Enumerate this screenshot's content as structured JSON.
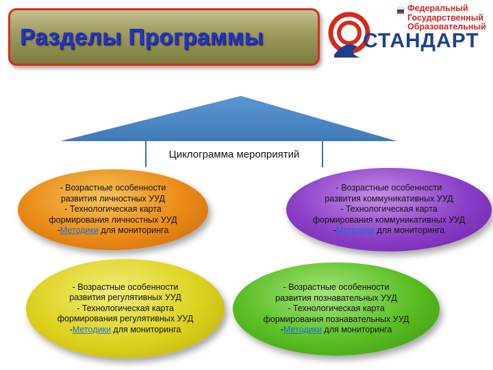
{
  "title": "Разделы Программы",
  "logo": {
    "org_lines": [
      "Федеральный",
      "Государственный",
      "Образовательный"
    ],
    "wordmark": "СТАНДАРТ",
    "flag_colors": [
      "#ffffff",
      "#1c3fa3",
      "#d52b1e"
    ]
  },
  "roof_label": "Циклограмма мероприятий",
  "blocks": [
    {
      "lines": [
        "- Возрастные особенности",
        "развития личностных УУД",
        "- Технологическая карта",
        "формирования личностных УУД"
      ],
      "dash": "-",
      "link": "Методики",
      "tail": " для мониторинга"
    },
    {
      "lines": [
        "- Возрастные особенности",
        "развития коммуникативных УУД",
        "- Технологическая карта",
        "формирования коммуникативных УУД"
      ],
      "dash": "-",
      "link": "Методики",
      "tail": " для мониторинга"
    },
    {
      "lines": [
        "- Возрастные особенности",
        "развития регулятивных УУД",
        "- Технологическая карта",
        "формирования регулятивных УУД"
      ],
      "dash": "-",
      "link": "Методики",
      "tail": " для мониторинга"
    },
    {
      "lines": [
        "- Возрастные особенности",
        "развития познавательных УУД",
        "- Технологическая карта",
        "формирования познавательных УУД"
      ],
      "dash": "-",
      "link": "Методики",
      "tail": " для мониторинга"
    }
  ],
  "colors": {
    "title_text": "#2233c8",
    "title_border": "#d62b1e",
    "roof": "#3f7fbf",
    "orange": "#ea8a16",
    "purple": "#8a3ec6",
    "yellow": "#dcd21e",
    "green": "#59bd22",
    "link": "#1a6fc9"
  }
}
